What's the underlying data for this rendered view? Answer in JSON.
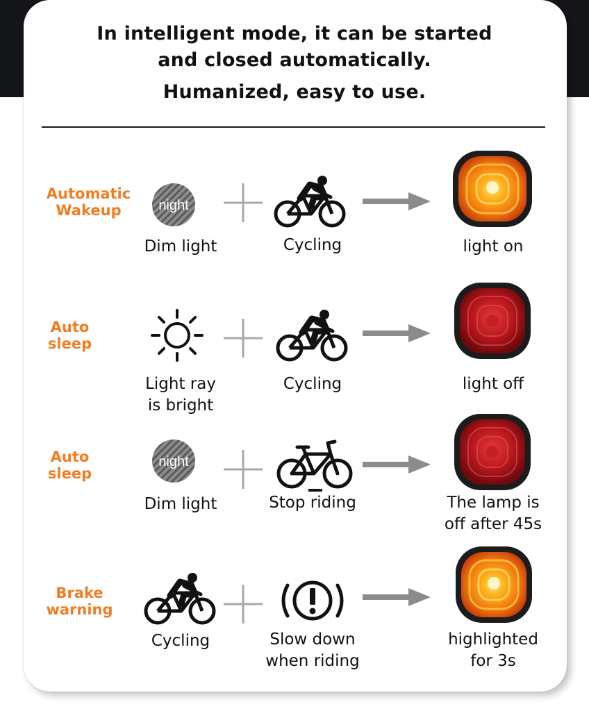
{
  "header": {
    "line1": "In intelligent mode, it can be started",
    "line2": "and closed automatically.",
    "line3": "Humanized, easy to use."
  },
  "rows": [
    {
      "mode_line1": "Automatic",
      "mode_line2": "Wakeup",
      "condition": "Dim light",
      "condition_icon_text": "night",
      "action": "Cycling",
      "result": "light on"
    },
    {
      "mode_line1": "Auto",
      "mode_line2": "sleep",
      "condition_line1": "Light ray",
      "condition_line2": "is bright",
      "action": "Cycling",
      "result": "light off"
    },
    {
      "mode_line1": "Auto",
      "mode_line2": "sleep",
      "condition": "Dim light",
      "condition_icon_text": "night",
      "action": "Stop riding",
      "result_line1": "The lamp is",
      "result_line2": "off after 45s"
    },
    {
      "mode_line1": "Brake",
      "mode_line2": "warning",
      "condition": "Cycling",
      "action_line1": "Slow down",
      "action_line2": "when riding",
      "result_line1": "highlighted",
      "result_line2": "for 3s"
    }
  ],
  "icons": [
    "night-moon-icon",
    "sun-icon",
    "plus-icon",
    "cyclist-icon",
    "bicycle-icon",
    "brake-warning-icon",
    "arrow-right-icon",
    "tail-light-on-icon",
    "tail-light-off-icon"
  ],
  "colors": {
    "accent": "#ef7e24",
    "lamp_on": "#f29a12",
    "lamp_off": "#b3141b",
    "background": "#ffffff"
  }
}
